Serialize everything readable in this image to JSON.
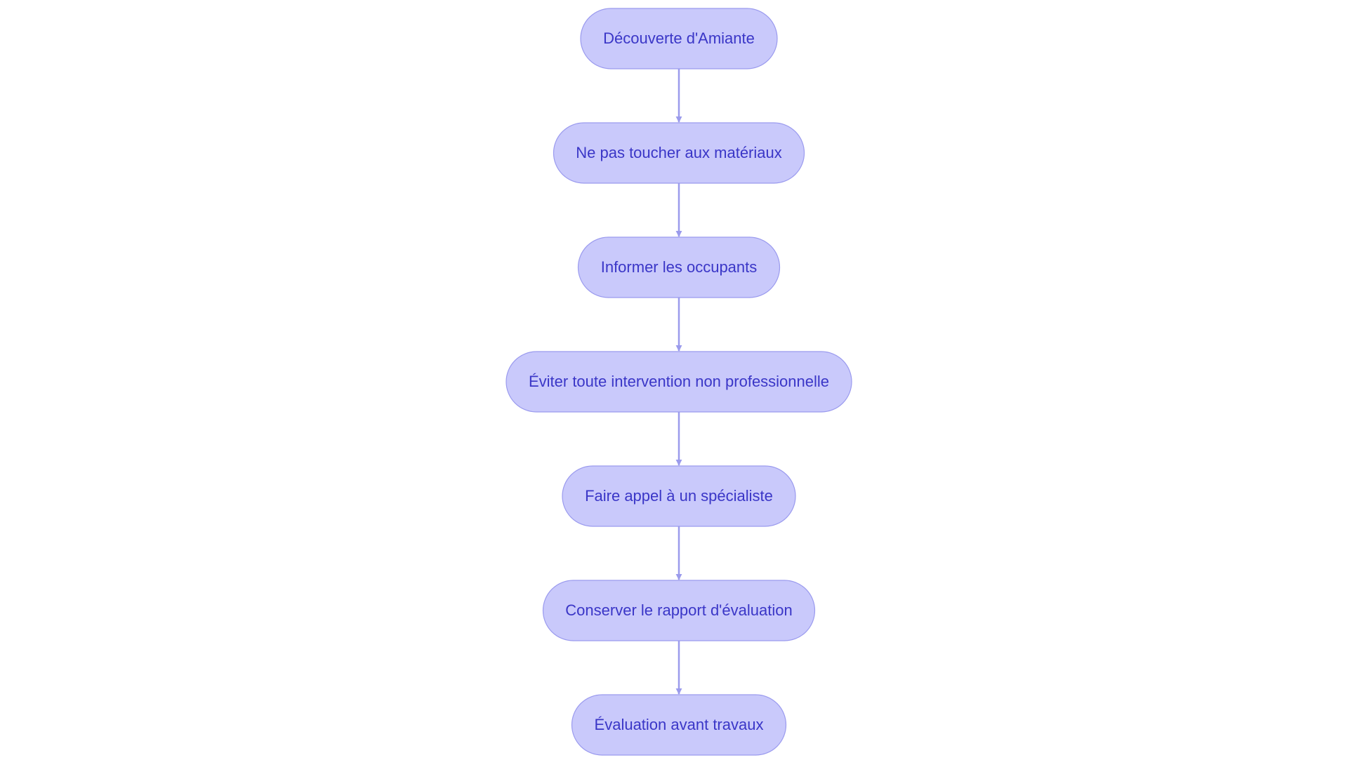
{
  "colors": {
    "background": "#ffffff",
    "node_fill": "#c9c9fb",
    "node_stroke": "#9a9aee",
    "node_text": "#3a36c7",
    "edge": "#9b9bec"
  },
  "diagram": {
    "type": "flowchart",
    "direction": "top-to-bottom",
    "nodes": [
      {
        "id": "n1",
        "label": "Découverte d'Amiante"
      },
      {
        "id": "n2",
        "label": "Ne pas toucher aux matériaux"
      },
      {
        "id": "n3",
        "label": "Informer les occupants"
      },
      {
        "id": "n4",
        "label": "Éviter toute intervention non professionnelle"
      },
      {
        "id": "n5",
        "label": "Faire appel à un spécialiste"
      },
      {
        "id": "n6",
        "label": "Conserver le rapport d'évaluation"
      },
      {
        "id": "n7",
        "label": "Évaluation avant travaux"
      }
    ],
    "edges": [
      {
        "from": "n1",
        "to": "n2"
      },
      {
        "from": "n2",
        "to": "n3"
      },
      {
        "from": "n3",
        "to": "n4"
      },
      {
        "from": "n4",
        "to": "n5"
      },
      {
        "from": "n5",
        "to": "n6"
      },
      {
        "from": "n6",
        "to": "n7"
      }
    ]
  }
}
